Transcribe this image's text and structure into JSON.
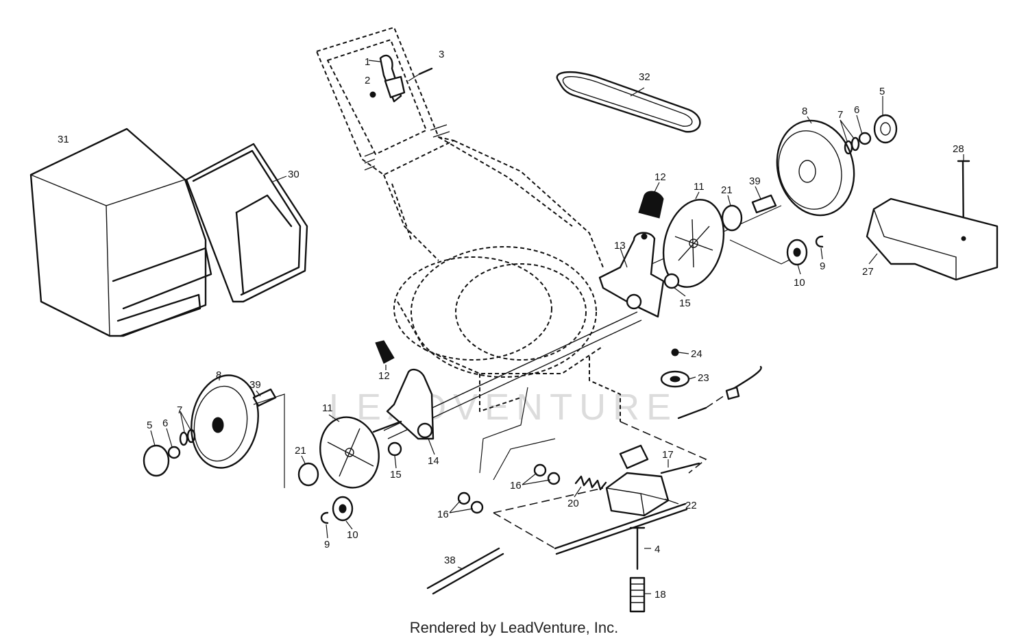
{
  "watermark": "LEADVENTURE",
  "footer": "Rendered by LeadVenture, Inc.",
  "callouts": [
    {
      "id": "c1",
      "text": "1"
    },
    {
      "id": "c2",
      "text": "2"
    },
    {
      "id": "c3",
      "text": "3"
    },
    {
      "id": "c32",
      "text": "32"
    },
    {
      "id": "c5r",
      "text": "5"
    },
    {
      "id": "c6r",
      "text": "6"
    },
    {
      "id": "c7r",
      "text": "7"
    },
    {
      "id": "c8r",
      "text": "8"
    },
    {
      "id": "c31",
      "text": "31"
    },
    {
      "id": "c30",
      "text": "30"
    },
    {
      "id": "c28",
      "text": "28"
    },
    {
      "id": "c12r",
      "text": "12"
    },
    {
      "id": "c11r",
      "text": "11"
    },
    {
      "id": "c21r",
      "text": "21"
    },
    {
      "id": "c39r",
      "text": "39"
    },
    {
      "id": "c13",
      "text": "13"
    },
    {
      "id": "c9r",
      "text": "9"
    },
    {
      "id": "c10r",
      "text": "10"
    },
    {
      "id": "c27",
      "text": "27"
    },
    {
      "id": "c15r",
      "text": "15"
    },
    {
      "id": "c24",
      "text": "24"
    },
    {
      "id": "c12l",
      "text": "12"
    },
    {
      "id": "c23",
      "text": "23"
    },
    {
      "id": "c8l",
      "text": "8"
    },
    {
      "id": "c39l",
      "text": "39"
    },
    {
      "id": "c7l",
      "text": "7"
    },
    {
      "id": "c11l",
      "text": "11"
    },
    {
      "id": "c5l",
      "text": "5"
    },
    {
      "id": "c6l",
      "text": "6"
    },
    {
      "id": "c21l",
      "text": "21"
    },
    {
      "id": "c15l",
      "text": "15"
    },
    {
      "id": "c14",
      "text": "14"
    },
    {
      "id": "c17",
      "text": "17"
    },
    {
      "id": "c16a",
      "text": "16"
    },
    {
      "id": "c20",
      "text": "20"
    },
    {
      "id": "c22",
      "text": "22"
    },
    {
      "id": "c16b",
      "text": "16"
    },
    {
      "id": "c9l",
      "text": "9"
    },
    {
      "id": "c10l",
      "text": "10"
    },
    {
      "id": "c4",
      "text": "4"
    },
    {
      "id": "c38",
      "text": "38"
    },
    {
      "id": "c18",
      "text": "18"
    }
  ]
}
